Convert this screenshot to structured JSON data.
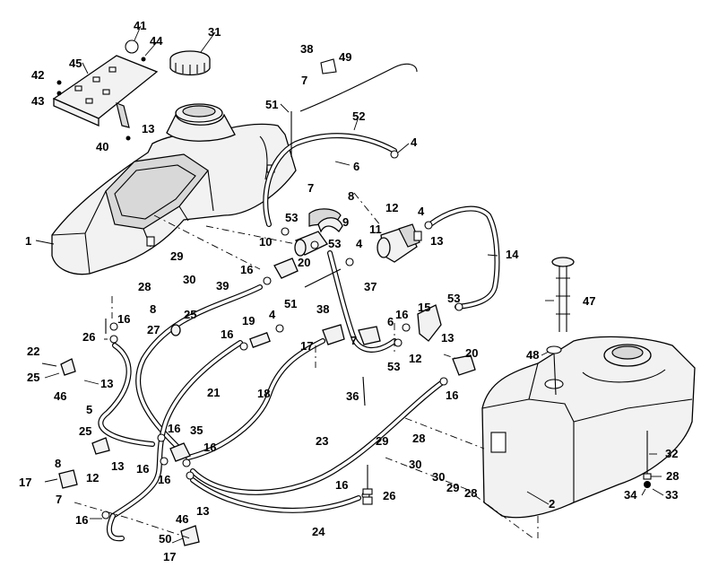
{
  "callouts": [
    {
      "id": "c1",
      "label": "1"
    },
    {
      "id": "c2",
      "label": "2"
    },
    {
      "id": "c4a",
      "label": "4"
    },
    {
      "id": "c4b",
      "label": "4"
    },
    {
      "id": "c4c",
      "label": "4"
    },
    {
      "id": "c4d",
      "label": "4"
    },
    {
      "id": "c5",
      "label": "5"
    },
    {
      "id": "c6a",
      "label": "6"
    },
    {
      "id": "c6b",
      "label": "6"
    },
    {
      "id": "c7a",
      "label": "7"
    },
    {
      "id": "c7b",
      "label": "7"
    },
    {
      "id": "c7c",
      "label": "7"
    },
    {
      "id": "c7d",
      "label": "7"
    },
    {
      "id": "c8a",
      "label": "8"
    },
    {
      "id": "c8b",
      "label": "8"
    },
    {
      "id": "c8c",
      "label": "8"
    },
    {
      "id": "c9",
      "label": "9"
    },
    {
      "id": "c10",
      "label": "10"
    },
    {
      "id": "c11",
      "label": "11"
    },
    {
      "id": "c12a",
      "label": "12"
    },
    {
      "id": "c12b",
      "label": "12"
    },
    {
      "id": "c12c",
      "label": "12"
    },
    {
      "id": "c13a",
      "label": "13"
    },
    {
      "id": "c13b",
      "label": "13"
    },
    {
      "id": "c13c",
      "label": "13"
    },
    {
      "id": "c13d",
      "label": "13"
    },
    {
      "id": "c13e",
      "label": "13"
    },
    {
      "id": "c13f",
      "label": "13"
    },
    {
      "id": "c14",
      "label": "14"
    },
    {
      "id": "c15",
      "label": "15"
    },
    {
      "id": "c16a",
      "label": "16"
    },
    {
      "id": "c16b",
      "label": "16"
    },
    {
      "id": "c16c",
      "label": "16"
    },
    {
      "id": "c16d",
      "label": "16"
    },
    {
      "id": "c16e",
      "label": "16"
    },
    {
      "id": "c16f",
      "label": "16"
    },
    {
      "id": "c16g",
      "label": "16"
    },
    {
      "id": "c16h",
      "label": "16"
    },
    {
      "id": "c16i",
      "label": "16"
    },
    {
      "id": "c16j",
      "label": "16"
    },
    {
      "id": "c16k",
      "label": "16"
    },
    {
      "id": "c17a",
      "label": "17"
    },
    {
      "id": "c17b",
      "label": "17"
    },
    {
      "id": "c17c",
      "label": "17"
    },
    {
      "id": "c18",
      "label": "18"
    },
    {
      "id": "c19",
      "label": "19"
    },
    {
      "id": "c20a",
      "label": "20"
    },
    {
      "id": "c20b",
      "label": "20"
    },
    {
      "id": "c21",
      "label": "21"
    },
    {
      "id": "c22",
      "label": "22"
    },
    {
      "id": "c23",
      "label": "23"
    },
    {
      "id": "c24",
      "label": "24"
    },
    {
      "id": "c25a",
      "label": "25"
    },
    {
      "id": "c25b",
      "label": "25"
    },
    {
      "id": "c25c",
      "label": "25"
    },
    {
      "id": "c26a",
      "label": "26"
    },
    {
      "id": "c26b",
      "label": "26"
    },
    {
      "id": "c27",
      "label": "27"
    },
    {
      "id": "c28a",
      "label": "28"
    },
    {
      "id": "c28b",
      "label": "28"
    },
    {
      "id": "c28c",
      "label": "28"
    },
    {
      "id": "c28d",
      "label": "28"
    },
    {
      "id": "c29a",
      "label": "29"
    },
    {
      "id": "c29b",
      "label": "29"
    },
    {
      "id": "c29c",
      "label": "29"
    },
    {
      "id": "c30a",
      "label": "30"
    },
    {
      "id": "c30b",
      "label": "30"
    },
    {
      "id": "c30c",
      "label": "30"
    },
    {
      "id": "c31",
      "label": "31"
    },
    {
      "id": "c32",
      "label": "32"
    },
    {
      "id": "c33",
      "label": "33"
    },
    {
      "id": "c34",
      "label": "34"
    },
    {
      "id": "c35",
      "label": "35"
    },
    {
      "id": "c36",
      "label": "36"
    },
    {
      "id": "c37",
      "label": "37"
    },
    {
      "id": "c38a",
      "label": "38"
    },
    {
      "id": "c38b",
      "label": "38"
    },
    {
      "id": "c39",
      "label": "39"
    },
    {
      "id": "c40",
      "label": "40"
    },
    {
      "id": "c41",
      "label": "41"
    },
    {
      "id": "c42",
      "label": "42"
    },
    {
      "id": "c43",
      "label": "43"
    },
    {
      "id": "c44",
      "label": "44"
    },
    {
      "id": "c45",
      "label": "45"
    },
    {
      "id": "c46a",
      "label": "46"
    },
    {
      "id": "c46b",
      "label": "46"
    },
    {
      "id": "c47",
      "label": "47"
    },
    {
      "id": "c48",
      "label": "48"
    },
    {
      "id": "c49",
      "label": "49"
    },
    {
      "id": "c50",
      "label": "50"
    },
    {
      "id": "c51a",
      "label": "51"
    },
    {
      "id": "c51b",
      "label": "51"
    },
    {
      "id": "c52",
      "label": "52"
    },
    {
      "id": "c53a",
      "label": "53"
    },
    {
      "id": "c53b",
      "label": "53"
    },
    {
      "id": "c53c",
      "label": "53"
    },
    {
      "id": "c53d",
      "label": "53"
    }
  ]
}
